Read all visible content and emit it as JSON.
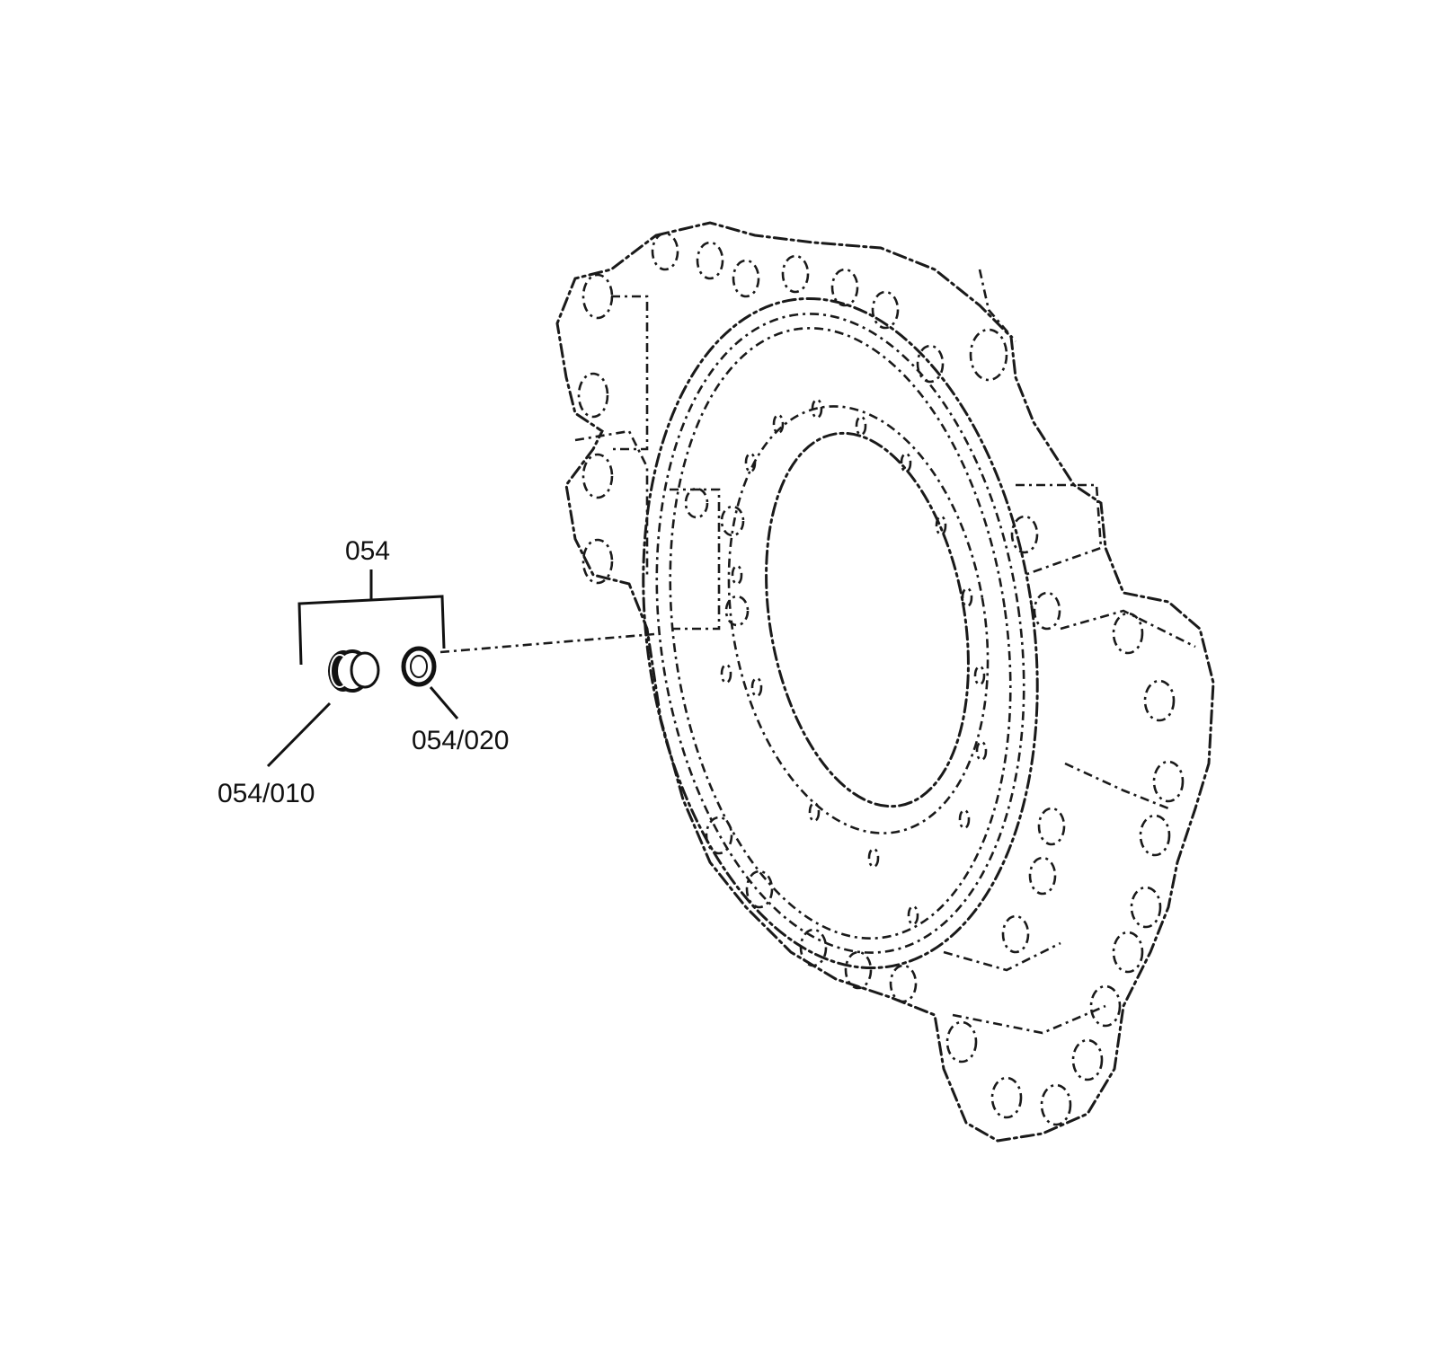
{
  "callouts": {
    "group": "054",
    "part_a": "054/010",
    "part_b": "054/020"
  },
  "icons": {
    "housing": "gearbox-housing-icon",
    "plug": "screw-plug-icon",
    "ring": "sealing-ring-icon"
  },
  "colors": {
    "line": "#111111",
    "background": "#ffffff"
  }
}
